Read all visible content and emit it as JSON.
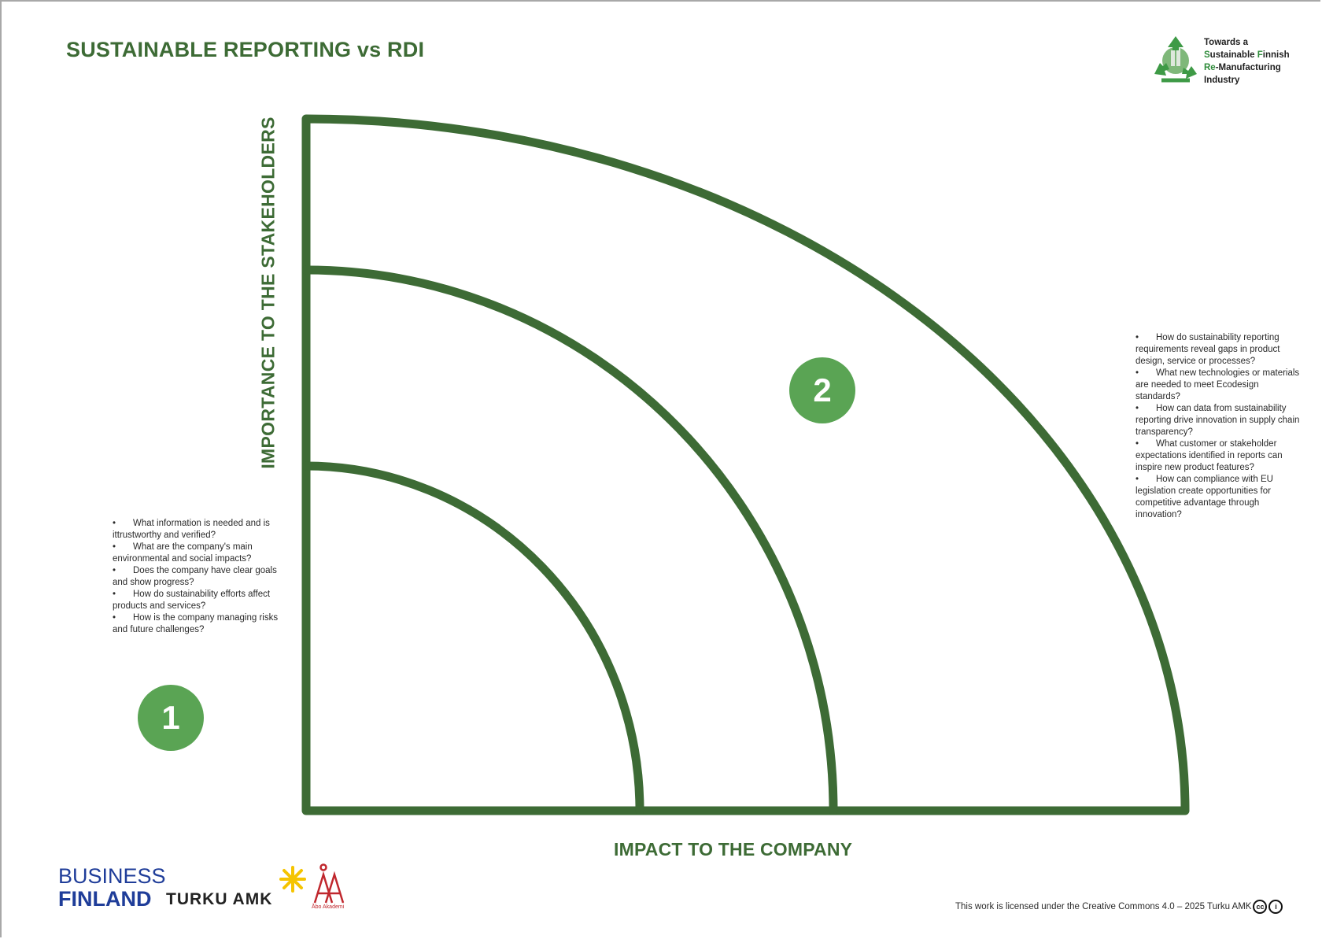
{
  "title": "SUSTAINABLE REPORTING vs RDI",
  "logo": {
    "icon": "recycle-gear-icon",
    "line1": "Towards a",
    "line2_first": "S",
    "line2_rest": "ustainable ",
    "line2_f": "F",
    "line2_end": "innish",
    "line3_first": "Re",
    "line3_rest": "-Manufacturing",
    "line4": "Industry"
  },
  "axes": {
    "y_label": "IMPORTANCE TO THE STAKEHOLDERS",
    "x_label": "IMPACT TO THE COMPANY"
  },
  "zones": [
    {
      "badge": "1",
      "questions": [
        "What information is needed and is ittrustworthy and verified?",
        "What are the company's main environmental and social impacts?",
        "Does the company have clear goals and show progress?",
        "How do sustainability efforts affect products and services?",
        "How is the company managing risks and future challenges?"
      ]
    },
    {
      "badge": "2",
      "questions": [
        "How do sustainability reporting requirements reveal gaps in product design, service or processes?",
        "What new technologies or materials are needed to meet Ecodesign standards?",
        "How can data from sustainability reporting drive innovation in supply chain transparency?",
        "What customer or stakeholder expectations identified in reports can inspire new product features?",
        "How can compliance with EU legislation create opportunities for competitive advantage through innovation?"
      ]
    }
  ],
  "footer": {
    "business_line1": "BUSINESS",
    "business_line2": "FINLAND",
    "turku": "TURKU AMK",
    "abo_name": "Åbo Akademi",
    "license": "This work is licensed under the Creative Commons  4.0 – 2025 Turku AMK",
    "cc_label": "cc",
    "by_label": "i"
  },
  "colors": {
    "dark_green": "#3d6b35",
    "badge_green": "#5aa454",
    "business_blue": "#1f3d99",
    "star_yellow": "#f5c400",
    "abo_red": "#c0272d"
  }
}
